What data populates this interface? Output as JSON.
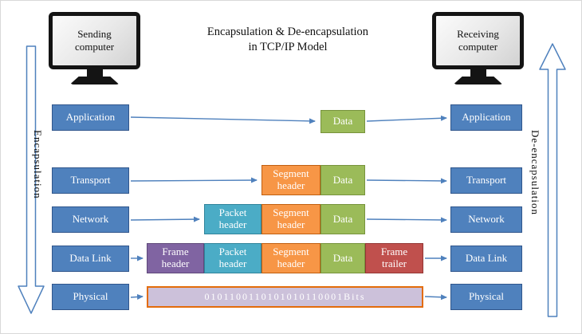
{
  "title": {
    "line1": "Encapsulation & De-encapsulation",
    "line2": "in TCP/IP Model"
  },
  "computers": {
    "sending": "Sending computer",
    "receiving": "Receiving computer"
  },
  "side_labels": {
    "encapsulation": "Encapsulation",
    "de_encapsulation": "De-encapsulation"
  },
  "layers": {
    "left": [
      "Application",
      "Transport",
      "Network",
      "Data Link",
      "Physical"
    ],
    "right": [
      "Application",
      "Transport",
      "Network",
      "Data Link",
      "Physical"
    ]
  },
  "pdu": {
    "data": "Data",
    "segment_header": "Segment header",
    "packet_header": "Packet header",
    "frame_header": "Frame header",
    "frame_trailer": "Frame trailer",
    "bits": "0101100110101010110001Bits"
  },
  "colors": {
    "layer_blue": "#4f81bd",
    "data_green": "#9bbb59",
    "segment_orange": "#f79646",
    "packet_teal": "#4bacc6",
    "frame_purple": "#8064a2",
    "trailer_red": "#c0504d",
    "bits_fill": "#ccc1da",
    "bits_border": "#e36c0a",
    "arrow": "#4f81bd"
  }
}
